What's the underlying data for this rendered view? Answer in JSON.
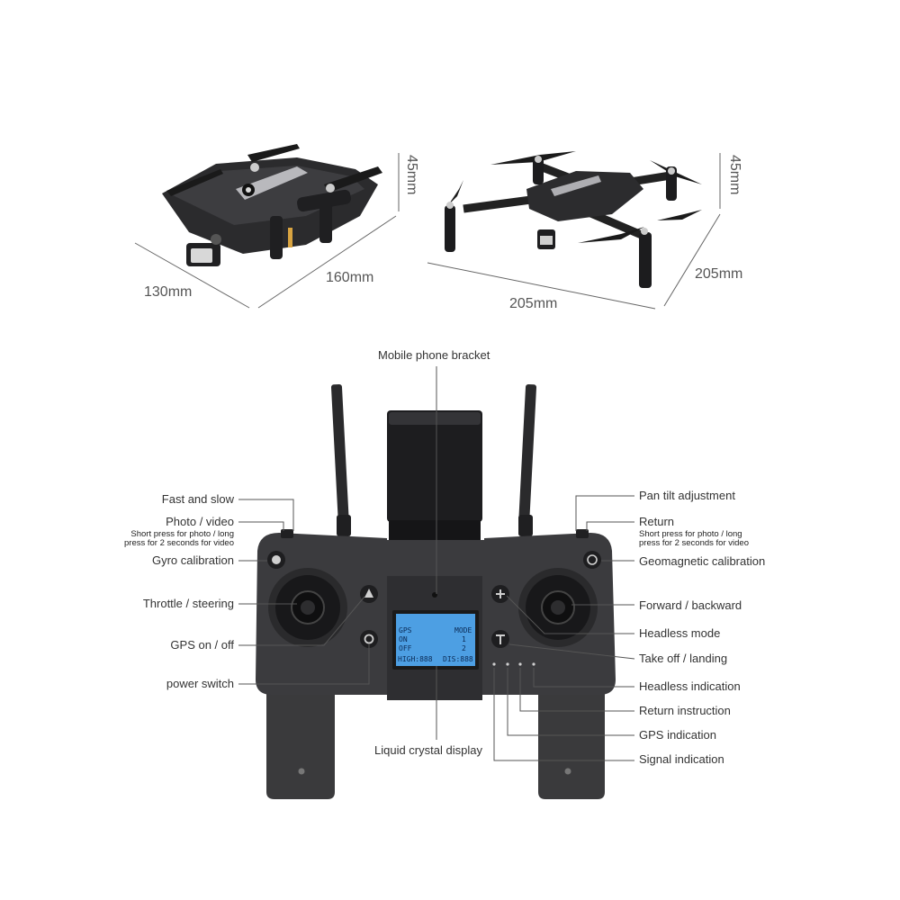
{
  "drone_dims": {
    "folded": {
      "height": "45mm",
      "width": "130mm",
      "length": "160mm"
    },
    "unfolded": {
      "height": "45mm",
      "depth": "205mm",
      "length": "205mm"
    }
  },
  "top_label": "Mobile phone bracket",
  "left_labels": {
    "fast_slow": "Fast and slow",
    "photo_video": "Photo / video",
    "photo_video_sub1": "Short press for photo / long",
    "photo_video_sub2": "press for 2 seconds for video",
    "gyro": "Gyro calibration",
    "throttle": "Throttle / steering",
    "gps_onoff": "GPS on / off",
    "power": "power switch"
  },
  "right_labels": {
    "pan_tilt": "Pan tilt adjustment",
    "return": "Return",
    "return_sub1": "Short press for photo / long",
    "return_sub2": "press for 2 seconds for video",
    "geomagnetic": "Geomagnetic calibration",
    "forward_backward": "Forward / backward",
    "headless_mode": "Headless mode",
    "takeoff": "Take off / landing",
    "headless_ind": "Headless indication",
    "return_instr": "Return instruction",
    "gps_ind": "GPS indication",
    "signal_ind": "Signal indication"
  },
  "bottom_label": "Liquid crystal display",
  "lcd": {
    "r1": "GPS",
    "r1b": "MODE",
    "r2": "ON",
    "r2b": "1",
    "r3": "OFF",
    "r3b": "2",
    "r4": "HIGH:888",
    "r4b": "DIS:888"
  },
  "colors": {
    "body": "#3a3a3c",
    "dark": "#1c1c1e",
    "lcd": "#4a9fe0",
    "line": "#555555"
  }
}
